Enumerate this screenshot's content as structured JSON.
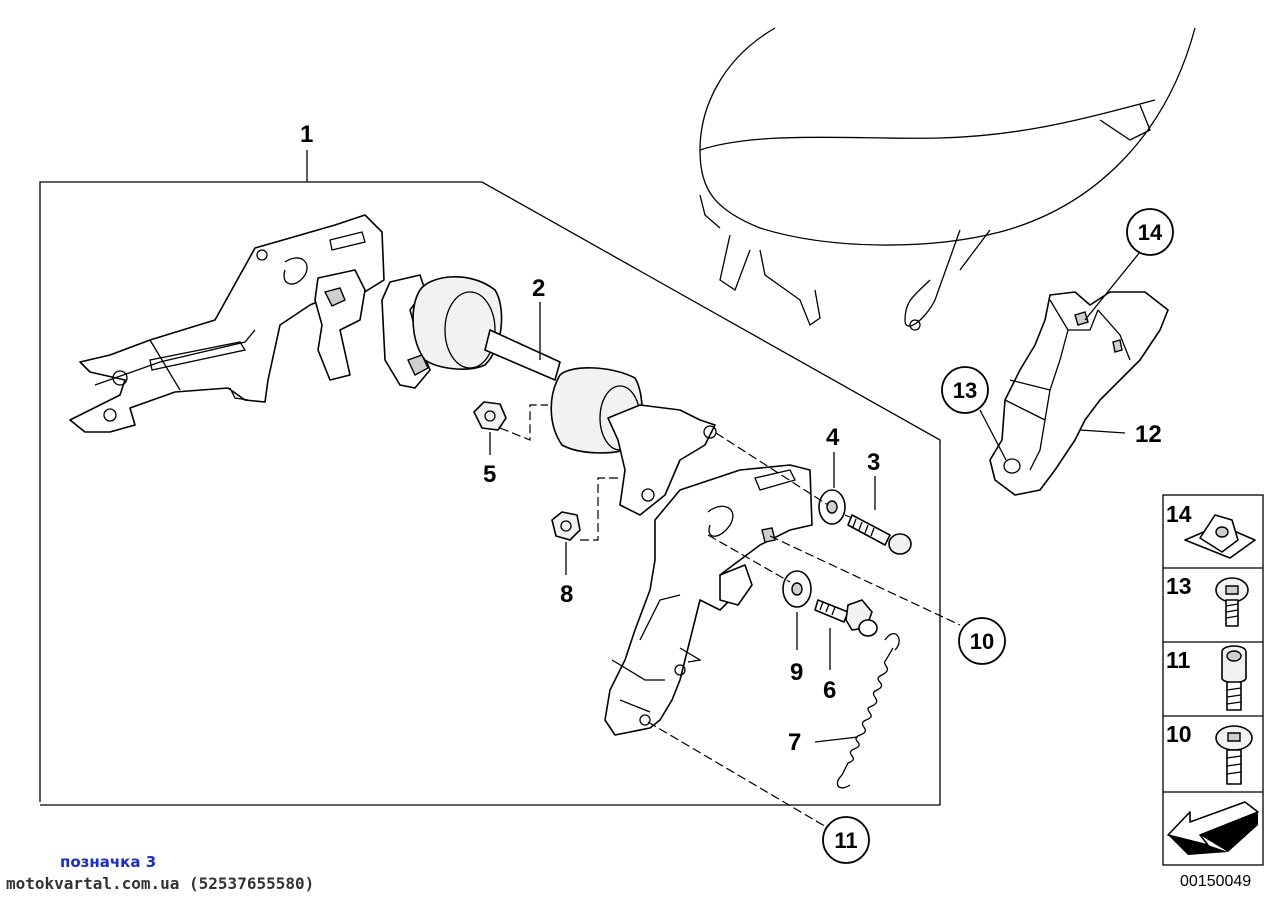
{
  "callouts": {
    "p1": "1",
    "p2": "2",
    "p3": "3",
    "p4": "4",
    "p5": "5",
    "p6": "6",
    "p7": "7",
    "p8": "8",
    "p9": "9",
    "p10": "10",
    "p11": "11",
    "p12": "12",
    "p13": "13",
    "p14": "14"
  },
  "legend": {
    "items": [
      {
        "label": "14"
      },
      {
        "label": "13"
      },
      {
        "label": "11"
      },
      {
        "label": "10"
      }
    ]
  },
  "diagram_code": "00150049",
  "watermark": {
    "line1": "позначка 3",
    "line2": "motokvartal.com.ua (52537655580)"
  }
}
